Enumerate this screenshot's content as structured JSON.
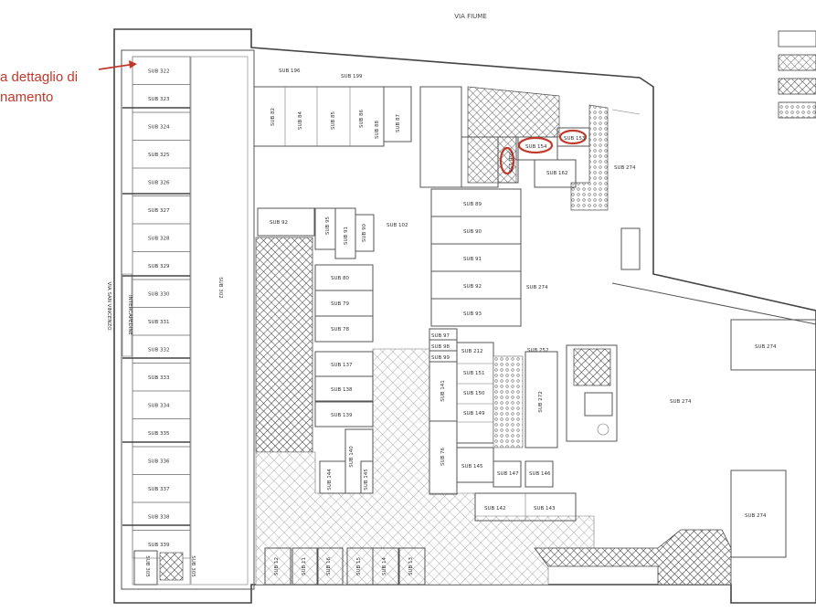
{
  "street_top": "VIA FIUME",
  "street_left": "VIA SAN VINCENZO",
  "annotation": {
    "line1": "a dettaglio di",
    "line2": "namento",
    "color": "#c0392b"
  },
  "left_column_units": [
    "SUB 322",
    "SUB 323",
    "SUB 324",
    "SUB 325",
    "SUB 326",
    "SUB 327",
    "SUB 328",
    "SUB 329",
    "SUB 330",
    "SUB 331",
    "SUB 332",
    "SUB 333",
    "SUB 334",
    "SUB 335",
    "SUB 336",
    "SUB 337",
    "SUB 338",
    "SUB 339"
  ],
  "intercapedine": "INTERCAPEDINE",
  "ramp_label": "SUB 302",
  "top_row_units": [
    "SUB 82",
    "SUB 84",
    "SUB 85",
    "SUB 86",
    "SUB 87"
  ],
  "top_labels": {
    "a": "SUB 196",
    "b": "SUB 199",
    "c": "SUB 88"
  },
  "mid_units": {
    "s92": "SUB 92",
    "s95": "SUB 95",
    "s91": "SUB 91",
    "s90": "SUB 90",
    "s102": "SUB 102"
  },
  "central_units": [
    "SUB 89",
    "SUB 90",
    "SUB 91",
    "SUB 92",
    "SUB 93"
  ],
  "stair_units": [
    "SUB 80",
    "SUB 79",
    "SUB 78",
    "SUB 137",
    "SUB 138",
    "SUB 139"
  ],
  "small_units": {
    "s97": "SUB 97",
    "s98": "SUB 98",
    "s99": "SUB 99",
    "s141": "SUB 141",
    "s140": "SUB 140",
    "s144": "SUB 144",
    "s145": "SUB 145",
    "s76": "SUB 76"
  },
  "block_units": [
    "SUB 212",
    "SUB 151",
    "SUB 150",
    "SUB 149",
    "SUB 145",
    "SUB 147",
    "SUB 146"
  ],
  "block_misc": {
    "s252": "SUB 252",
    "s272": "SUB 272",
    "s142": "SUB 142",
    "s143": "SUB 143"
  },
  "highlight_units": {
    "s154": "SUB 154",
    "s153": "SUB 153",
    "s155": "SUB 155",
    "s162": "SUB 162"
  },
  "sub274": "SUB 274",
  "bottom_units": [
    "SUB 12",
    "SUB 11",
    "SUB 16",
    "SUB 15",
    "SUB 14",
    "SUB 13"
  ],
  "bottom_left_units": [
    "SUB 305",
    "SUB 305"
  ],
  "legend_count": 4,
  "highlight_color": "#c0392b"
}
